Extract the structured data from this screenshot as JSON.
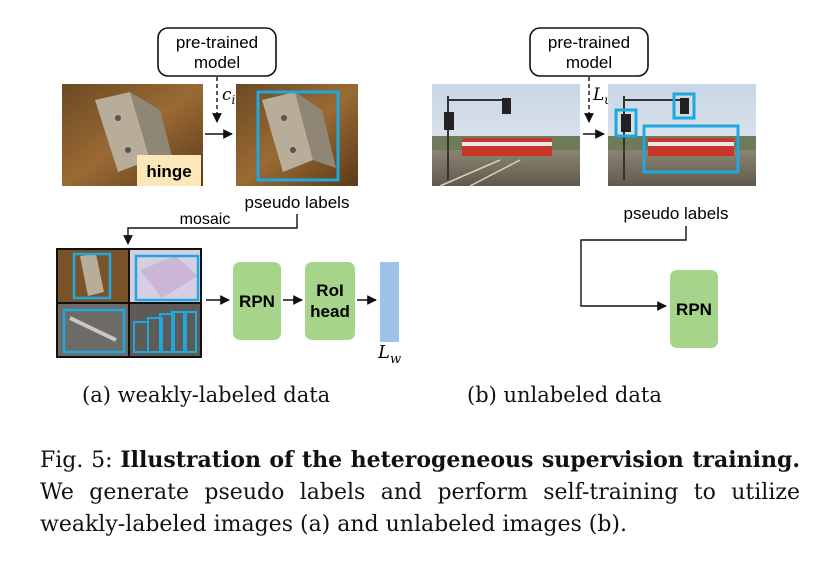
{
  "figure": {
    "left_panel": {
      "model_label_line1": "pre-trained",
      "model_label_line2": "model",
      "arrow_symbol": "c",
      "arrow_symbol_sub": "i",
      "class_label": "hinge",
      "pseudo_label_text": "pseudo labels",
      "mosaic_text": "mosaic",
      "rpn_label": "RPN",
      "roi_label_line1": "RoI",
      "roi_label_line2": "head",
      "loss_symbol": "L",
      "loss_sub": "w",
      "subcaption": "(a) weakly-labeled data",
      "colors": {
        "box": "#1ea7e1",
        "rpn_fill": "#a5d48a",
        "loss_bar": "#9fc3e8",
        "label_bg": "#fbe7b8"
      }
    },
    "right_panel": {
      "model_label_line1": "pre-trained",
      "model_label_line2": "model",
      "arrow_symbol": "L",
      "arrow_symbol_sub": "u",
      "pseudo_label_text": "pseudo labels",
      "rpn_label": "RPN",
      "subcaption": "(b) unlabeled data"
    }
  },
  "caption": {
    "prefix": "Fig. 5: ",
    "bold": "Illustration of the heterogeneous supervision training.",
    "rest": " We generate pseudo labels and perform self-training to utilize weakly-labeled images (a) and unlabeled images (b)."
  }
}
